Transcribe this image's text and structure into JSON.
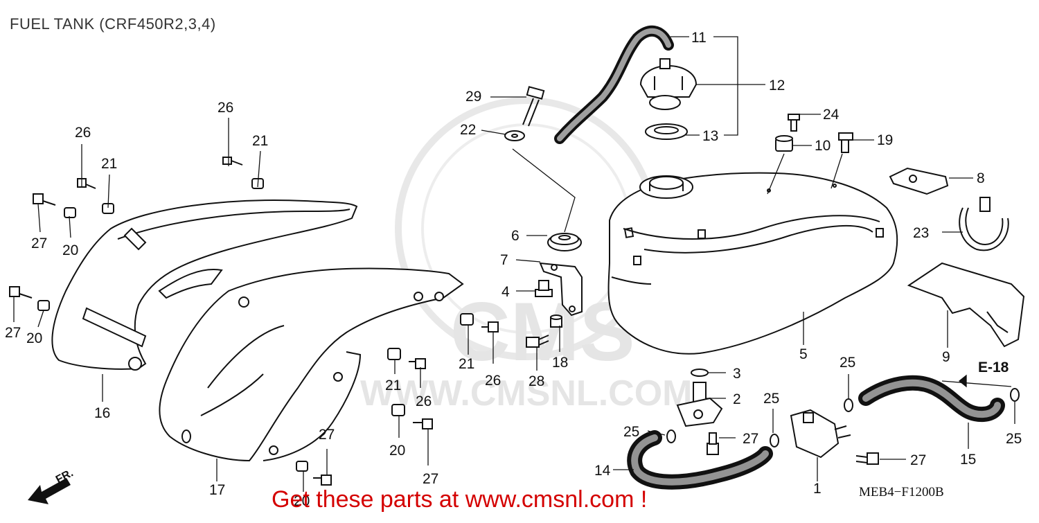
{
  "diagram": {
    "title": "FUEL TANK (CRF450R2,3,4)",
    "diagram_code": "MEB4−F1200B",
    "promo_text": "Get these parts at www.cmsnl.com !",
    "reference_label": "E-18",
    "direction_label": "FR.",
    "watermark": {
      "brand": "CMS",
      "url": "WWW.CMSNL.COM"
    },
    "callouts": {
      "c11": "11",
      "c12": "12",
      "c13": "13",
      "c24": "24",
      "c10": "10",
      "c19": "19",
      "c8": "8",
      "c23": "23",
      "c9": "9",
      "c5": "5",
      "c29": "29",
      "c22": "22",
      "c6": "6",
      "c7": "7",
      "c4": "4",
      "c18": "18",
      "c28": "28",
      "c21a": "21",
      "c26a": "26",
      "c21b": "21",
      "c26b": "26",
      "c20a": "20",
      "c27a": "27",
      "c26c": "26",
      "c21c": "21",
      "c26d": "26",
      "c21d": "21",
      "c27b": "27",
      "c20b": "20",
      "c27c": "27",
      "c20c": "20",
      "c16": "16",
      "c17": "17",
      "c27d": "27",
      "c20d": "20",
      "c3": "3",
      "c2": "2",
      "c25a": "25",
      "c27e": "27",
      "c14": "14",
      "c25b": "25",
      "c1": "1",
      "c27f": "27",
      "c25c": "25",
      "c15": "15",
      "c25d": "25"
    }
  }
}
